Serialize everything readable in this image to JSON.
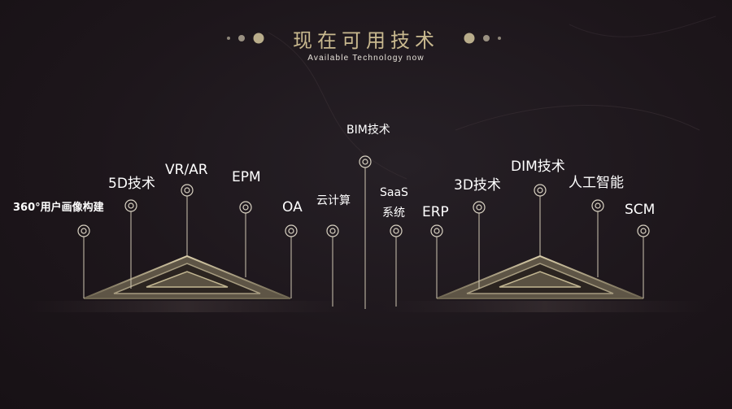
{
  "header": {
    "title": "现在可用技术",
    "subtitle": "Available Technology now"
  },
  "colors": {
    "background": "#1c1519",
    "gold": "#c9b98f",
    "text": "#ffffff"
  },
  "technologies": [
    {
      "label": "360°用户画像构建"
    },
    {
      "label": "5D技术"
    },
    {
      "label": "VR/AR"
    },
    {
      "label": "EPM"
    },
    {
      "label": "OA"
    },
    {
      "label": "云计算"
    },
    {
      "label": "BIM技术"
    },
    {
      "label": "SaaS"
    },
    {
      "label": "系统"
    },
    {
      "label": "ERP"
    },
    {
      "label": "3D技术"
    },
    {
      "label": "DIM技术"
    },
    {
      "label": "人工智能"
    },
    {
      "label": "SCM"
    }
  ]
}
